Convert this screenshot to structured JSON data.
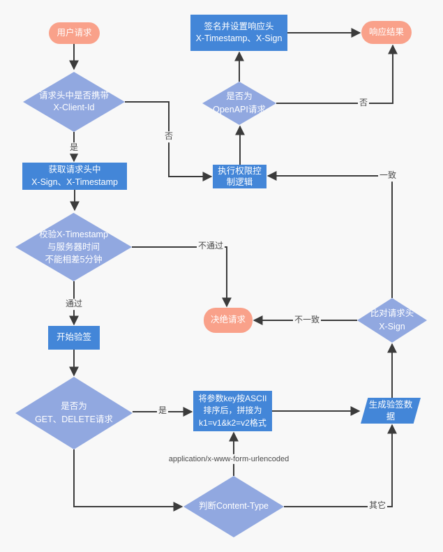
{
  "colors": {
    "process_fill": "#4386d8",
    "decision_fill": "#91a8e0",
    "terminal_fill": "#f9a18a",
    "arrow": "#3b3b3b",
    "edge_label_text": "#4a4a4a",
    "background": "#f8f8f8"
  },
  "nodes": {
    "user_request": {
      "label": "用户请求",
      "shape": "terminal"
    },
    "has_client_id": {
      "label": "请求头中是否携带\nX-Client-Id",
      "shape": "decision"
    },
    "sign_set_headers": {
      "label": "签名并设置响应头\nX-Timestamp、X-Sign",
      "shape": "process"
    },
    "response_result": {
      "label": "响应结果",
      "shape": "terminal"
    },
    "is_openapi": {
      "label": "是否为\nOpenAPI请求",
      "shape": "decision"
    },
    "get_headers": {
      "label": "获取请求头中\nX-Sign、X-Timestamp",
      "shape": "process"
    },
    "exec_permission": {
      "label": "执行权限控\n制逻辑",
      "shape": "process"
    },
    "check_timestamp": {
      "label": "校验X-Timestamp\n与服务器时间\n不能相差5分钟",
      "shape": "decision"
    },
    "reject_request": {
      "label": "决绝请求",
      "shape": "terminal"
    },
    "compare_sign": {
      "label": "比对请求头\nX-Sign",
      "shape": "decision"
    },
    "start_verify": {
      "label": "开始验签",
      "shape": "process"
    },
    "is_get_delete": {
      "label": "是否为\nGET、DELETE请求",
      "shape": "decision"
    },
    "sort_params": {
      "label": "将参数key按ASCII\n排序后，拼接为\nk1=v1&k2=v2格式",
      "shape": "process"
    },
    "gen_sign_data": {
      "label": "生成验签数\n据",
      "shape": "io"
    },
    "check_content_type": {
      "label": "判断Content-Type",
      "shape": "decision"
    }
  },
  "edge_labels": {
    "client_id_yes": "是",
    "client_id_no": "否",
    "timestamp_pass": "通过",
    "timestamp_fail": "不通过",
    "openapi_no": "否",
    "sign_match": "一致",
    "sign_mismatch": "不一致",
    "get_delete_yes": "是",
    "content_form": "application/x-www-form-urlencoded",
    "content_other": "其它"
  }
}
